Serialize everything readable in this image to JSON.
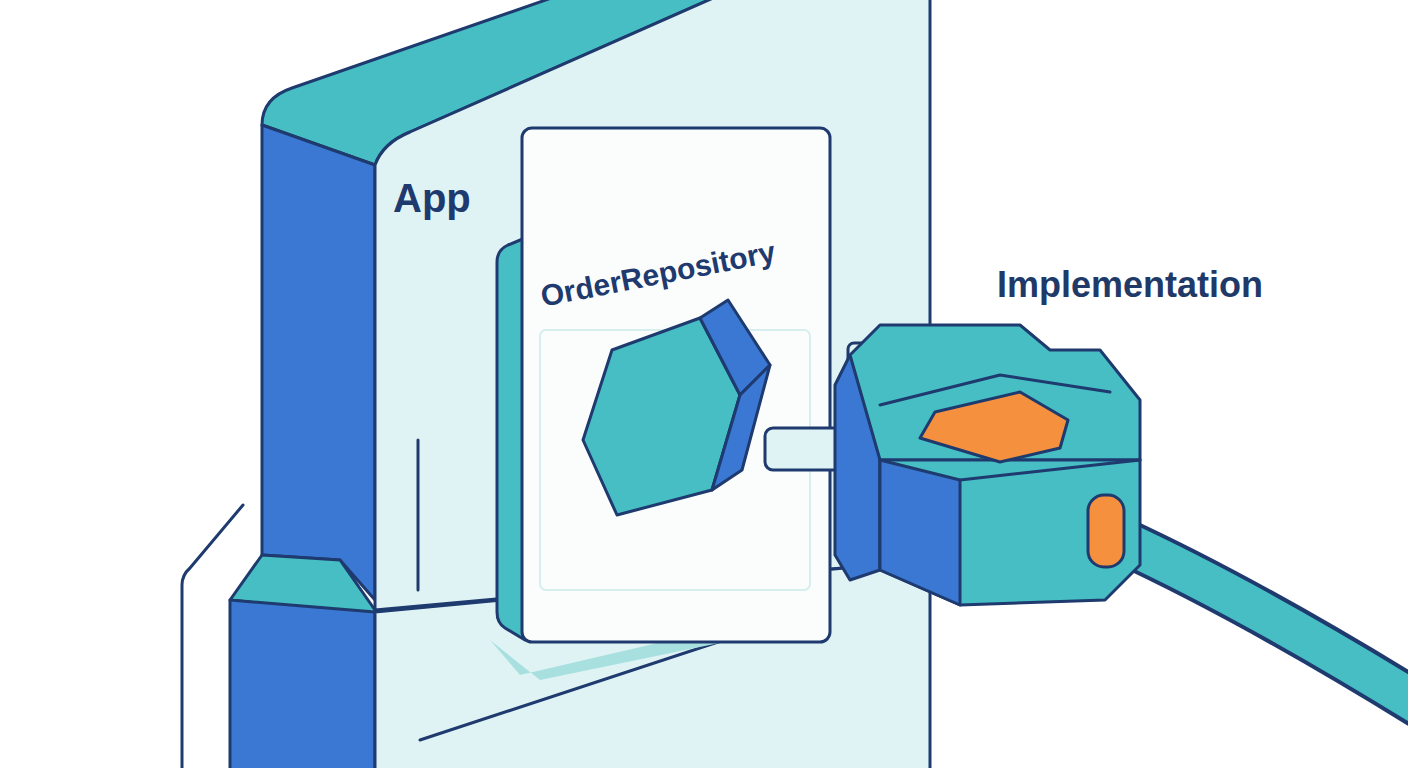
{
  "diagram": {
    "nodes": [
      {
        "text": [
          "App"
        ]
      },
      {
        "text": [
          "OrderRepository"
        ],
        "in": 0
      }
    ],
    "labels": [
      "Implementation"
    ]
  }
}
